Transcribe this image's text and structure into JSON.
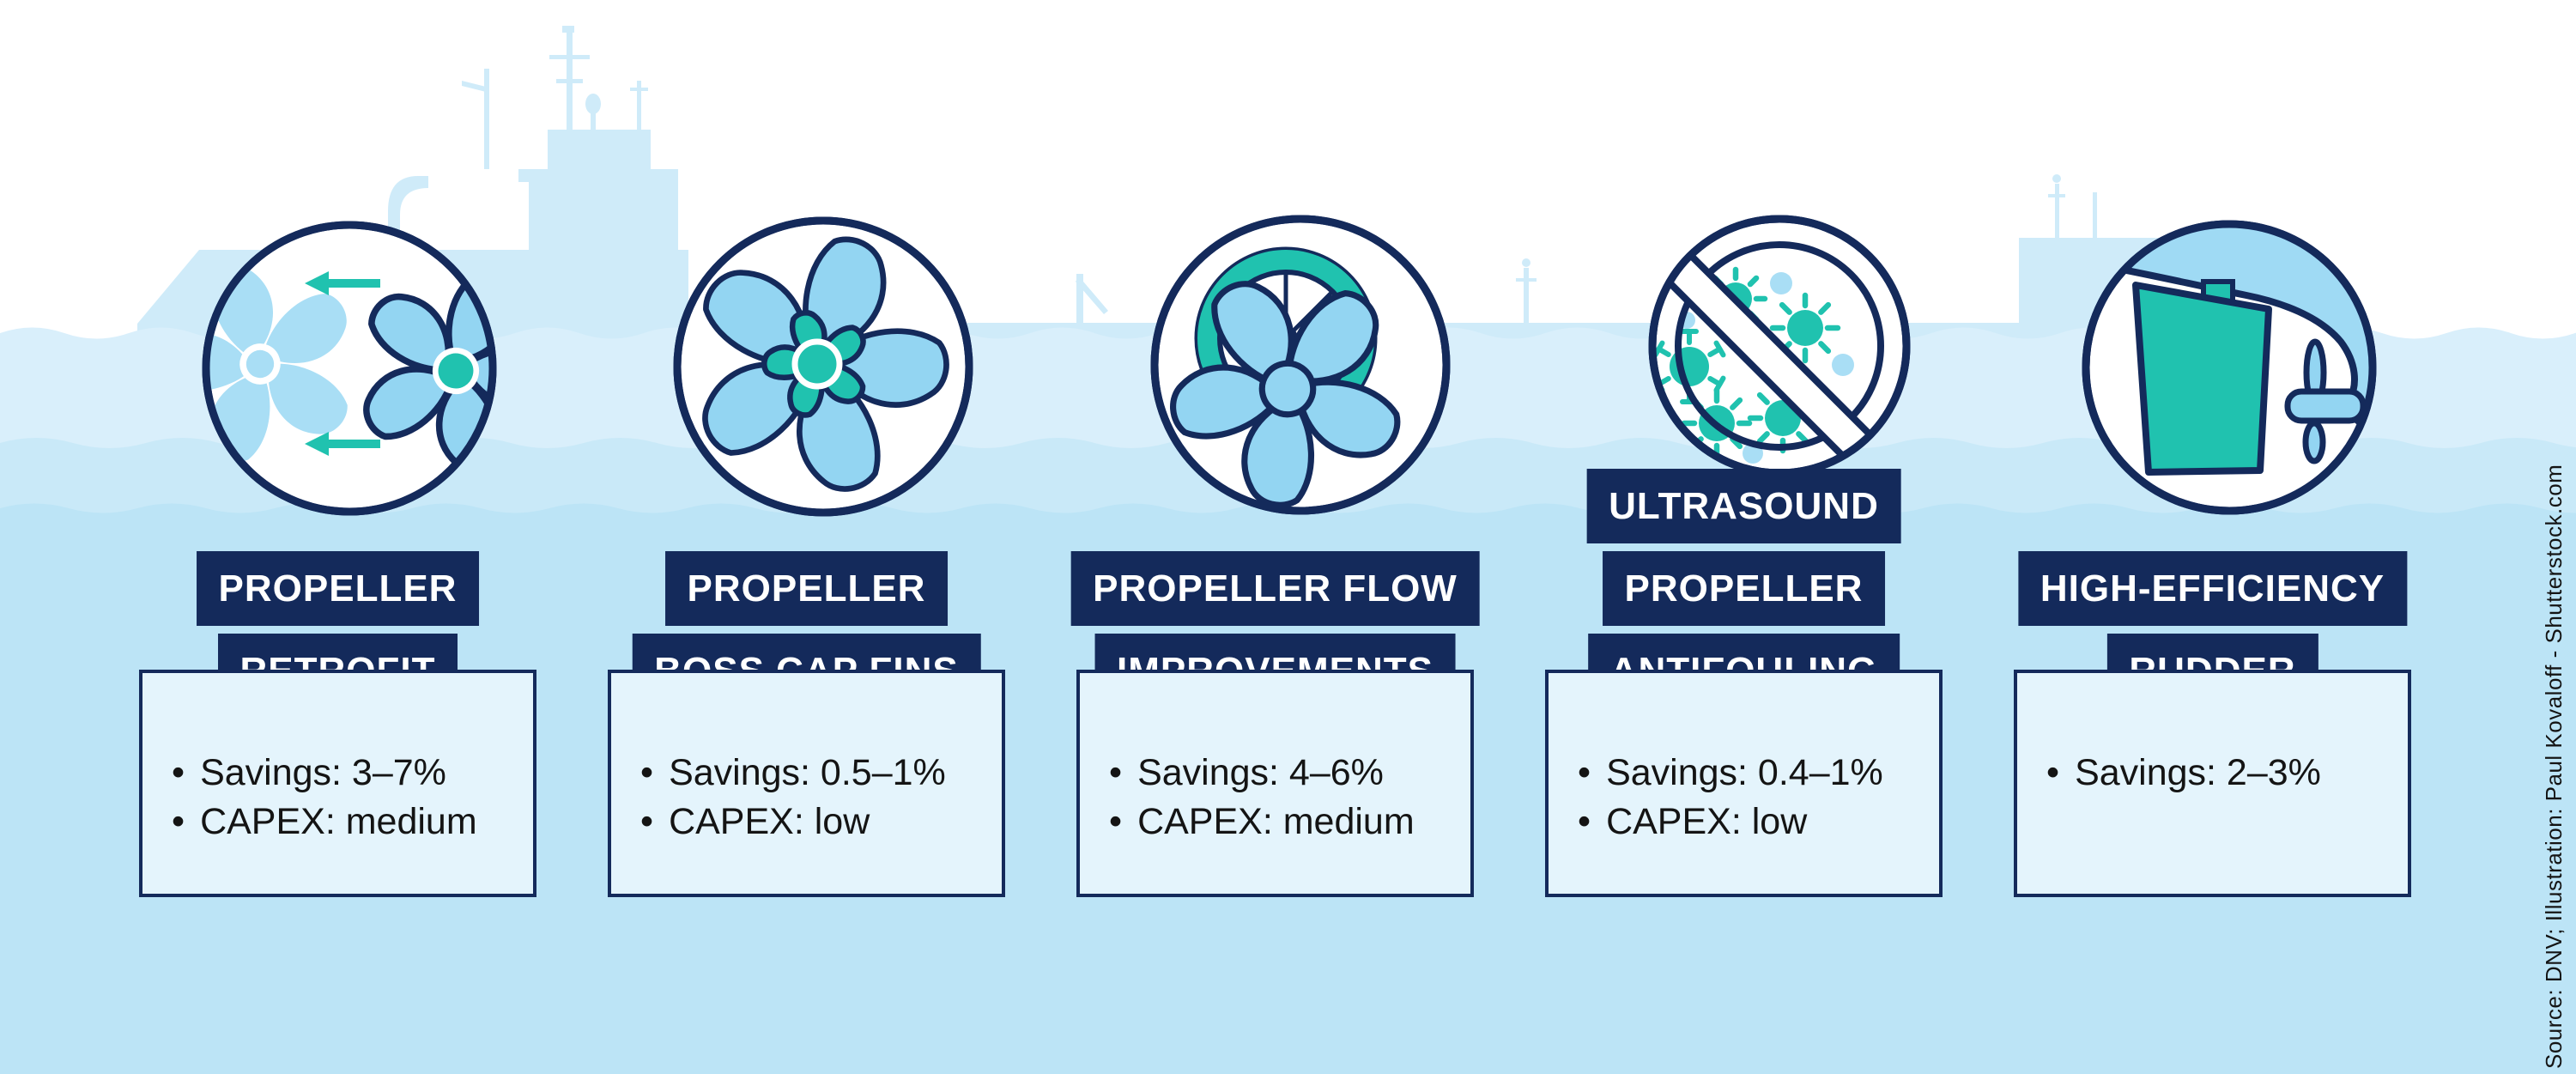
{
  "source_credit": "Source: DNV; Illustration: Paul Kovaloff - Shutterstock.com",
  "colors": {
    "navy": "#142A5B",
    "teal": "#20C2AF",
    "propeller_blue": "#93D5F2",
    "ghost_blue": "#A9DEF5",
    "ship_silhouette": "#CFEBF9",
    "water_band_1": "#D9EFFB",
    "water_band_2": "#C9E9F8",
    "water_band_3": "#BCE4F6",
    "info_box_bg": "#E4F4FC",
    "sky": "#FFFFFF",
    "text_dark": "#141414",
    "label_text": "#FFFFFF"
  },
  "columns": [
    {
      "icon": "propeller-retrofit-icon",
      "labels": [
        "PROPELLER",
        "RETROFIT"
      ],
      "bullets": [
        "Savings: 3–7%",
        "CAPEX: medium"
      ]
    },
    {
      "icon": "boss-cap-fins-icon",
      "labels": [
        "PROPELLER",
        "BOSS CAP FINS"
      ],
      "bullets": [
        "Savings: 0.5–1%",
        "CAPEX: low"
      ]
    },
    {
      "icon": "propeller-flow-icon",
      "labels": [
        "PROPELLER FLOW",
        "IMPROVEMENTS"
      ],
      "bullets": [
        "Savings: 4–6%",
        "CAPEX: medium"
      ]
    },
    {
      "icon": "ultrasound-antifouling-icon",
      "labels": [
        "ULTRASOUND",
        "PROPELLER",
        "ANTIFOULING"
      ],
      "bullets": [
        "Savings: 0.4–1%",
        "CAPEX: low"
      ]
    },
    {
      "icon": "high-efficiency-rudder-icon",
      "labels": [
        "HIGH-EFFICIENCY",
        "RUDDER"
      ],
      "bullets": [
        "Savings: 2–3%"
      ]
    }
  ]
}
